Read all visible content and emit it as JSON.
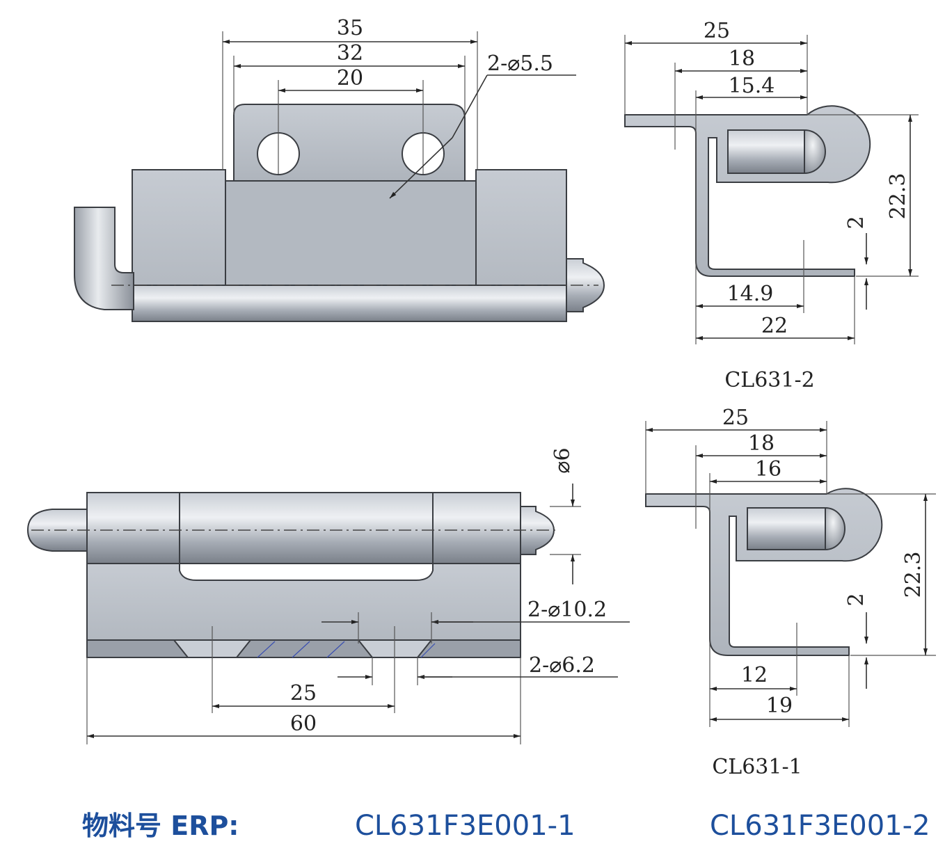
{
  "views": {
    "top_left": {
      "dims": {
        "w35": "35",
        "w32": "32",
        "w20": "20",
        "holes": "2-⌀5.5"
      }
    },
    "top_right": {
      "dims": {
        "w25": "25",
        "w18": "18",
        "w15_4": "15.4",
        "h22_3": "22.3",
        "t2": "2",
        "w14_9": "14.9",
        "w22": "22"
      },
      "caption": "CL631-2"
    },
    "bottom_left": {
      "dims": {
        "d6": "⌀6",
        "holes_10_2": "2-⌀10.2",
        "holes_6_2": "2-⌀6.2",
        "w25": "25",
        "w60": "60"
      }
    },
    "bottom_right": {
      "dims": {
        "w25": "25",
        "w18": "18",
        "w16": "16",
        "h22_3": "22.3",
        "t2": "2",
        "w12": "12",
        "w19": "19"
      },
      "caption": "CL631-1"
    }
  },
  "erp": {
    "label": "物料号 ERP:",
    "code_1": "CL631F3E001-1",
    "code_2": "CL631F3E001-2"
  },
  "colors": {
    "metal_light": "#c5cad2",
    "metal_mid": "#a9afb8",
    "metal_dark": "#7d838c",
    "text_blue": "#1d4f9c"
  }
}
